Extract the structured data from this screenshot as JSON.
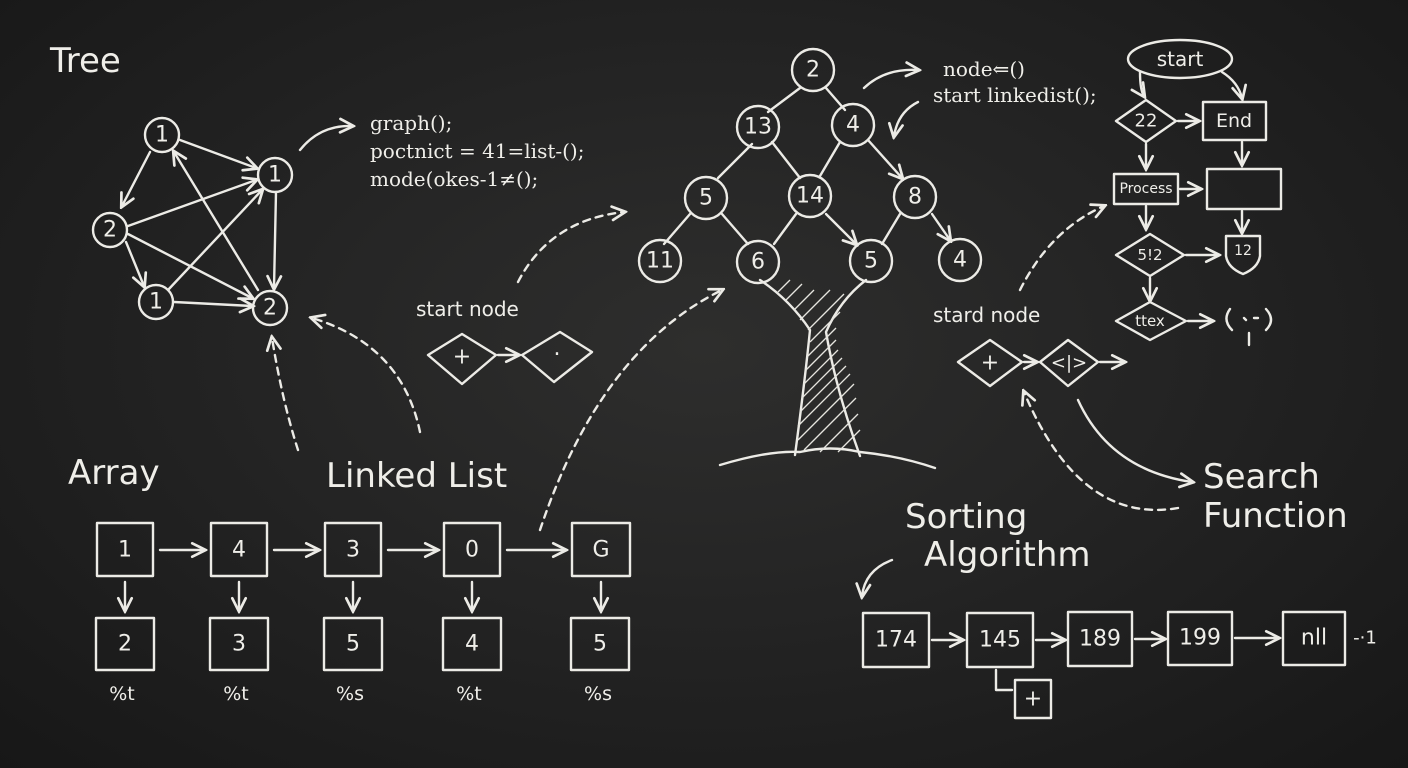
{
  "labels": {
    "tree": "Tree",
    "array": "Array",
    "linked_list": "Linked List",
    "sorting": [
      "Sorting",
      "Algorithm"
    ],
    "search": [
      "Search",
      "Function"
    ],
    "start_node_left": "start node",
    "start_node_right": "stard node"
  },
  "code_lines": [
    "graph();",
    "poctnict = 41=list-();",
    "mode(okes-1≠();"
  ],
  "code_right": [
    "node⇐()",
    "start linkedist();"
  ],
  "graph_nodes": [
    "1",
    "1",
    "2",
    "1",
    "2"
  ],
  "tree_nodes": [
    "2",
    "13",
    "4",
    "5",
    "14",
    "8",
    "11",
    "6",
    "5",
    "4"
  ],
  "array": {
    "top": [
      "1",
      "4",
      "3",
      "0",
      "G"
    ],
    "bottom": [
      "2",
      "3",
      "5",
      "4",
      "5"
    ],
    "notes": [
      "%t",
      "%t",
      "%s",
      "%t",
      "%s"
    ]
  },
  "flowchart": {
    "start": "start",
    "d1": "22",
    "end": "End",
    "process": "Process",
    "d2": "5!2",
    "shield": "12",
    "d3": "ttex"
  },
  "diamond_symbols": [
    "+",
    "·",
    "+",
    "<|>"
  ],
  "sorting_boxes": [
    "174",
    "145",
    "189",
    "199",
    "nll"
  ],
  "sorting_tail": "-·1",
  "sorting_child": "+"
}
